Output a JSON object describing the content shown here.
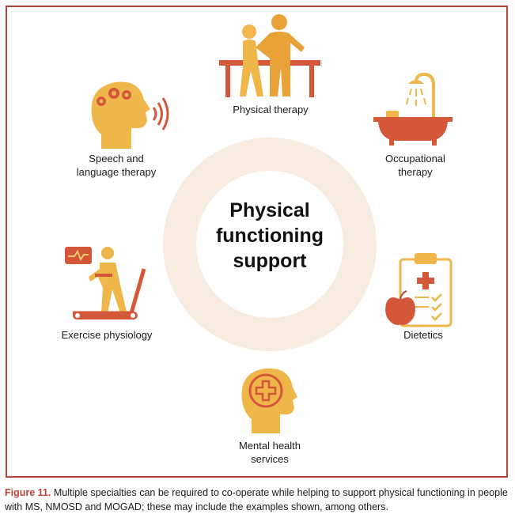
{
  "center_title": [
    "Physical",
    "functioning",
    "support"
  ],
  "specialties": {
    "physical_therapy": [
      "Physical therapy"
    ],
    "occupational_therapy": [
      "Occupational",
      "therapy"
    ],
    "speech_therapy": [
      "Speech and",
      "language therapy"
    ],
    "exercise_physiology": [
      "Exercise physiology"
    ],
    "dietetics": [
      "Dietetics"
    ],
    "mental_health": [
      "Mental health",
      "services"
    ]
  },
  "caption": {
    "figure_label": "Figure 11.",
    "text": " Multiple specialties can be required to co-operate while helping to support physical functioning in people with MS, NMOSD and MOGAD; these may include the examples shown, among others."
  },
  "colors": {
    "frame": "#b5443a",
    "ring": "#f8ebdf",
    "orange": "#e98a2c",
    "gold": "#efb64a",
    "light_gold": "#f3c76b",
    "brick": "#d4573a"
  }
}
